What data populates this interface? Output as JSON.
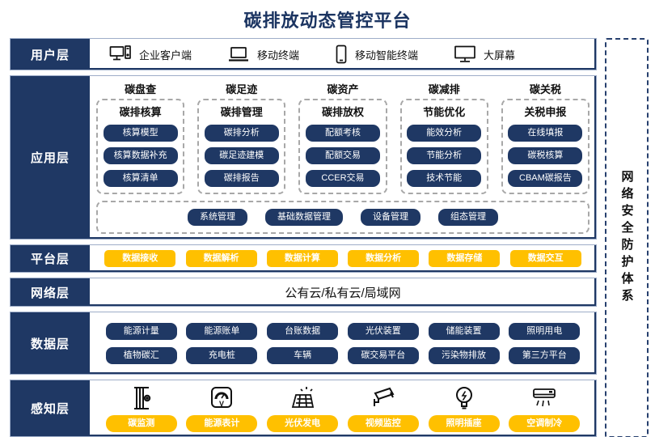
{
  "title": "碳排放动态管控平台",
  "colors": {
    "navy": "#1F3864",
    "orange": "#FFC000"
  },
  "security_box": {
    "label": "网络安全防护体系"
  },
  "layers": {
    "user": {
      "label": "用户层",
      "items": [
        {
          "icon": "desktop-pc-icon",
          "label": "企业客户端"
        },
        {
          "icon": "laptop-icon",
          "label": "移动终端"
        },
        {
          "icon": "smartphone-icon",
          "label": "移动智能终端"
        },
        {
          "icon": "big-screen-icon",
          "label": "大屏幕"
        }
      ]
    },
    "application": {
      "label": "应用层",
      "columns": [
        {
          "title": "碳盘查",
          "subtitle": "碳排核算",
          "buttons": [
            "核算模型",
            "核算数据补充",
            "核算清单"
          ]
        },
        {
          "title": "碳足迹",
          "subtitle": "碳排管理",
          "buttons": [
            "碳排分析",
            "碳足迹建模",
            "碳排报告"
          ]
        },
        {
          "title": "碳资产",
          "subtitle": "碳排放权",
          "buttons": [
            "配额考核",
            "配额交易",
            "CCER交易"
          ]
        },
        {
          "title": "碳减排",
          "subtitle": "节能优化",
          "buttons": [
            "能效分析",
            "节能分析",
            "技术节能"
          ]
        },
        {
          "title": "碳关税",
          "subtitle": "关税申报",
          "buttons": [
            "在线填报",
            "碳税核算",
            "CBAM碳报告"
          ]
        }
      ],
      "common_buttons": [
        "系统管理",
        "基础数据管理",
        "设备管理",
        "组态管理"
      ]
    },
    "platform": {
      "label": "平台层",
      "buttons": [
        "数据接收",
        "数据解析",
        "数据计算",
        "数据分析",
        "数据存储",
        "数据交互"
      ]
    },
    "network": {
      "label": "网络层",
      "content": "公有云/私有云/局域网"
    },
    "data": {
      "label": "数据层",
      "rows": [
        [
          "能源计量",
          "能源账单",
          "台账数据",
          "光伏装置",
          "储能装置",
          "照明用电"
        ],
        [
          "植物碳汇",
          "充电桩",
          "车辆",
          "碳交易平台",
          "污染物排放",
          "第三方平台"
        ]
      ]
    },
    "perception": {
      "label": "感知层",
      "items": [
        {
          "icon": "carbon-monitor-icon",
          "label": "碳监测"
        },
        {
          "icon": "energy-meter-icon",
          "label": "能源表计"
        },
        {
          "icon": "solar-power-icon",
          "label": "光伏发电"
        },
        {
          "icon": "cctv-camera-icon",
          "label": "视频监控"
        },
        {
          "icon": "light-socket-icon",
          "label": "照明插座"
        },
        {
          "icon": "air-conditioner-icon",
          "label": "空调制冷"
        }
      ]
    }
  }
}
